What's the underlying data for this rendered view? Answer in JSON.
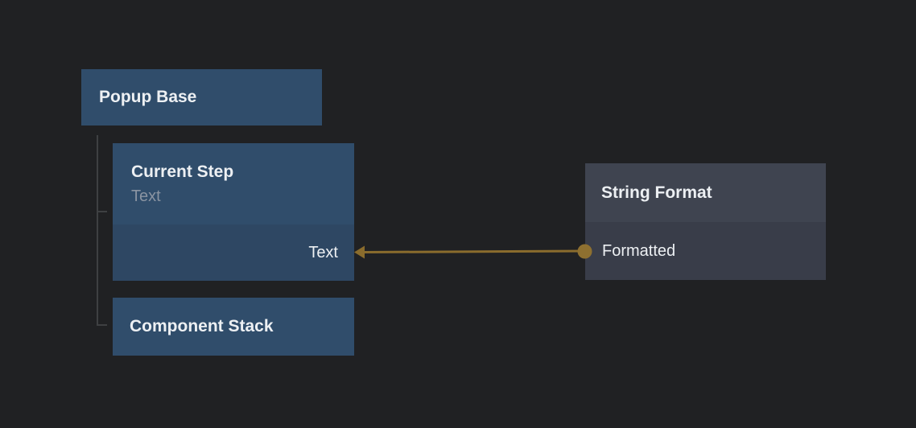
{
  "canvas": {
    "background": "#202123"
  },
  "colors": {
    "node_header_blue": "#304D6B",
    "node_body_blue": "#2E4763",
    "node_header_gray": "#3F4450",
    "node_body_gray": "#393D49",
    "wire_gold": "#8A6C2D",
    "wire_gold_endpoint": "#8E7030",
    "hierarchy_line": "#3E4042",
    "text_primary": "#EDF0F3",
    "text_muted": "#8A94A2"
  },
  "nodes": {
    "popup_base": {
      "title": "Popup Base"
    },
    "current_step": {
      "title": "Current Step",
      "subtitle": "Text",
      "input_port": "Text"
    },
    "component_stack": {
      "title": "Component Stack"
    },
    "string_format": {
      "title": "String Format",
      "output_port": "Formatted"
    }
  },
  "wire": {
    "from_node": "String Format",
    "from_port": "Formatted",
    "to_node": "Current Step",
    "to_port": "Text"
  }
}
